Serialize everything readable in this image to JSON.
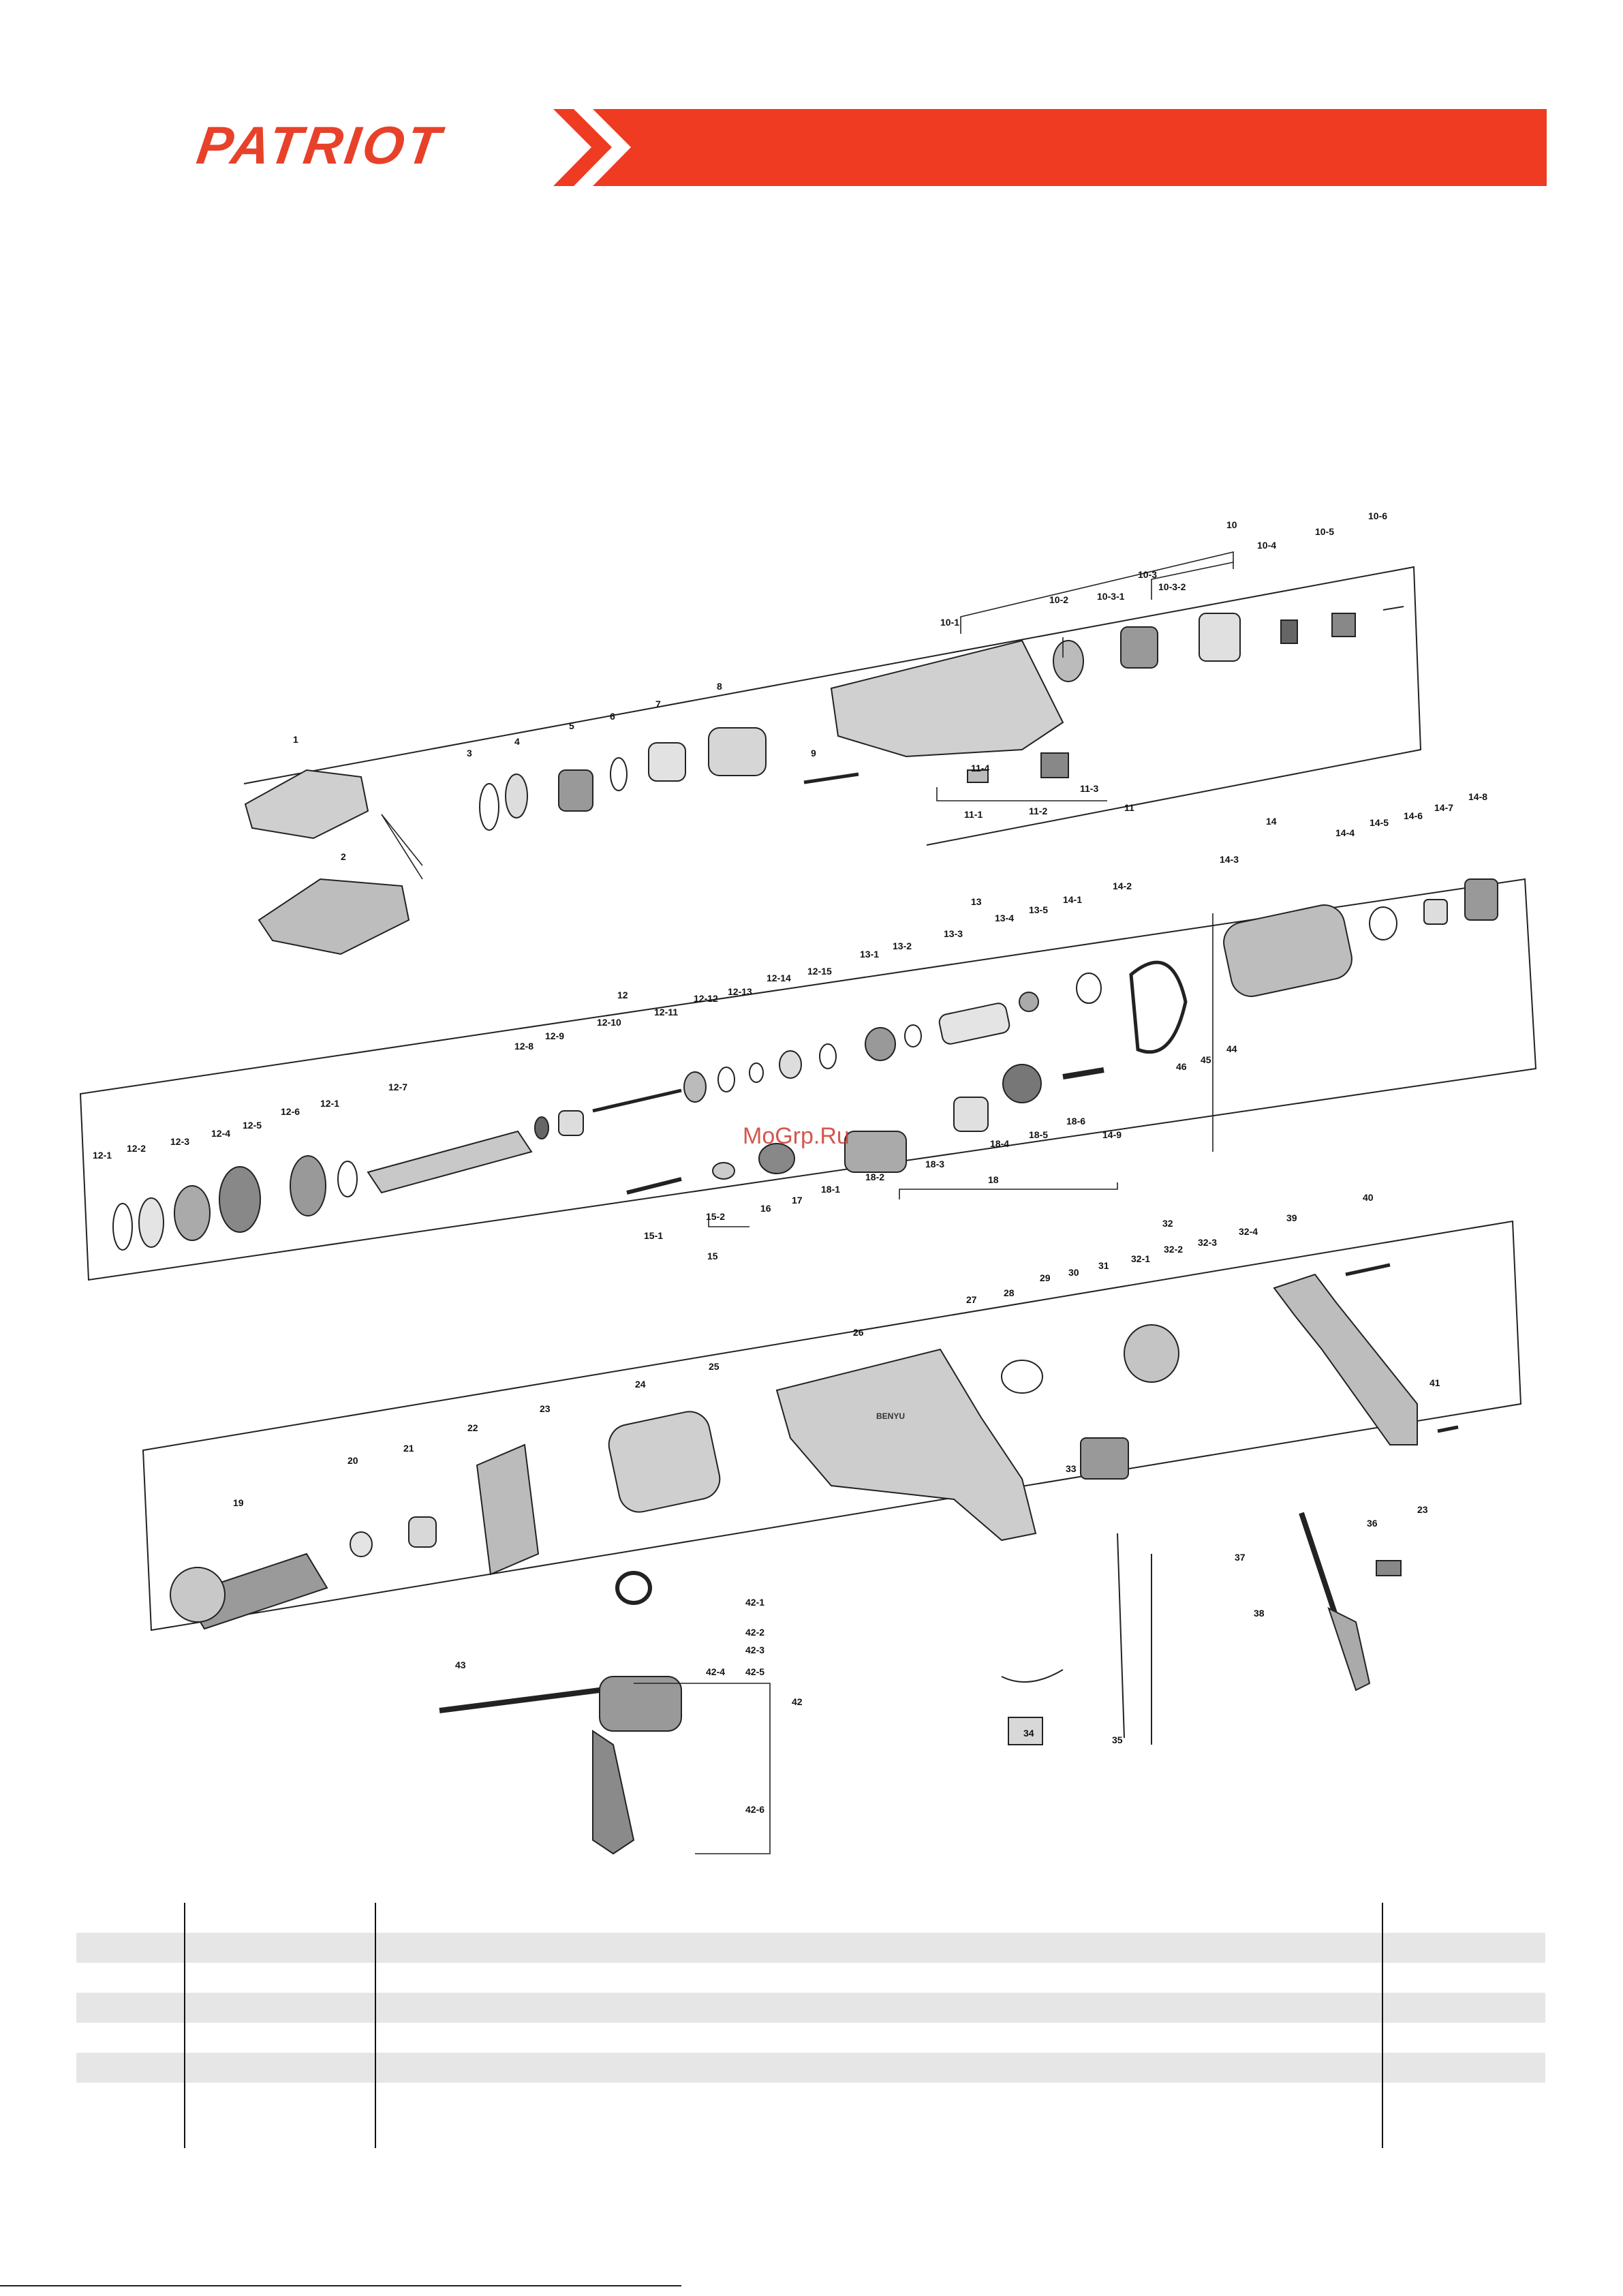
{
  "header": {
    "brand": "PATRIOT",
    "brand_color": "#e8412a",
    "banner_color": "#ee3b22"
  },
  "watermark": "MoGrp.Ru",
  "diagram": {
    "callouts": {
      "c1": "1",
      "c2": "2",
      "c3": "3",
      "c4": "4",
      "c5": "5",
      "c6": "6",
      "c7": "7",
      "c8": "8",
      "c9": "9",
      "c10": "10",
      "c10_1": "10-1",
      "c10_2": "10-2",
      "c10_3": "10-3",
      "c10_3_1": "10-3-1",
      "c10_3_2": "10-3-2",
      "c10_4": "10-4",
      "c10_5": "10-5",
      "c10_6": "10-6",
      "c11": "11",
      "c11_1": "11-1",
      "c11_2": "11-2",
      "c11_3": "11-3",
      "c11_4": "11-4",
      "c12": "12",
      "c12_1": "12-1",
      "c12_2": "12-2",
      "c12_3": "12-3",
      "c12_4": "12-4",
      "c12_5": "12-5",
      "c12_6": "12-6",
      "c12_7": "12-7",
      "c12_8": "12-8",
      "c12_9": "12-9",
      "c12_10": "12-10",
      "c12_11": "12-11",
      "c12_12": "12-12",
      "c12_13": "12-13",
      "c12_14": "12-14",
      "c12_15": "12-15",
      "c13": "13",
      "c13_1": "13-1",
      "c13_2": "13-2",
      "c13_3": "13-3",
      "c13_4": "13-4",
      "c13_5": "13-5",
      "c14": "14",
      "c14_1": "14-1",
      "c14_2": "14-2",
      "c14_3": "14-3",
      "c14_4": "14-4",
      "c14_5": "14-5",
      "c14_6": "14-6",
      "c14_7": "14-7",
      "c14_8": "14-8",
      "c14_9": "14-9",
      "c15": "15",
      "c15_1": "15-1",
      "c15_2": "15-2",
      "c16": "16",
      "c17": "17",
      "c18": "18",
      "c18_1": "18-1",
      "c18_2": "18-2",
      "c18_3": "18-3",
      "c18_4": "18-4",
      "c18_5": "18-5",
      "c18_6": "18-6",
      "c19": "19",
      "c20": "20",
      "c21": "21",
      "c22": "22",
      "c23": "23",
      "c24": "24",
      "c25": "25",
      "c26": "26",
      "c27": "27",
      "c28": "28",
      "c29": "29",
      "c30": "30",
      "c31": "31",
      "c32": "32",
      "c32_1": "32-1",
      "c32_2": "32-2",
      "c32_3": "32-3",
      "c32_4": "32-4",
      "c33": "33",
      "c34": "34",
      "c35": "35",
      "c36": "36",
      "c37": "37",
      "c38": "38",
      "c39": "39",
      "c40": "40",
      "c41": "41",
      "c42": "42",
      "c42_1": "42-1",
      "c42_2": "42-2",
      "c42_3": "42-3",
      "c42_4": "42-4",
      "c42_5": "42-5",
      "c42_6": "42-6",
      "c43": "43",
      "c44": "44",
      "c45": "45",
      "c46": "46",
      "c23b": "23"
    },
    "housing_print": "BENYU"
  },
  "table": {
    "rows": 6
  }
}
